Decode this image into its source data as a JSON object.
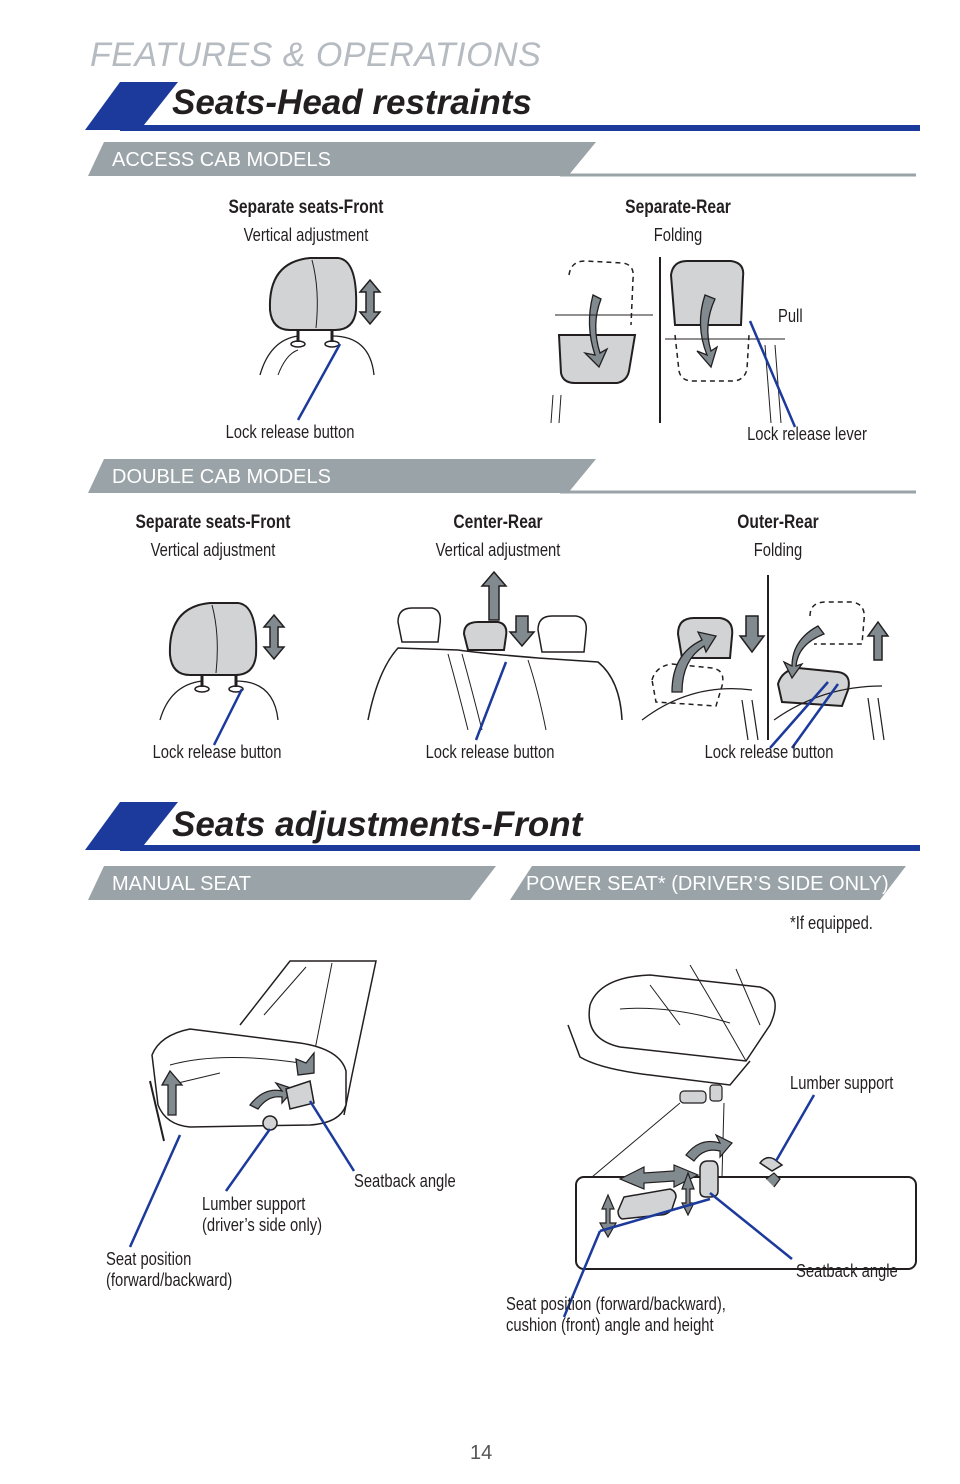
{
  "page": {
    "section_label": "FEATURES & OPERATIONS",
    "page_number": "14"
  },
  "head_restraints": {
    "heading": "Seats-Head restraints",
    "access_cab": {
      "banner": "ACCESS CAB MODELS",
      "front": {
        "title": "Separate seats-Front",
        "subtitle": "Vertical adjustment",
        "callout": "Lock release button"
      },
      "rear": {
        "title": "Separate-Rear",
        "subtitle": "Folding",
        "callout_pull": "Pull",
        "callout_lever": "Lock release lever"
      }
    },
    "double_cab": {
      "banner": "DOUBLE CAB MODELS",
      "front": {
        "title": "Separate seats-Front",
        "subtitle": "Vertical adjustment",
        "callout": "Lock release button"
      },
      "center_rear": {
        "title": "Center-Rear",
        "subtitle": "Vertical adjustment",
        "callout": "Lock release button"
      },
      "outer_rear": {
        "title": "Outer-Rear",
        "subtitle": "Folding",
        "callout": "Lock release button"
      }
    }
  },
  "seat_adjustments": {
    "heading": "Seats adjustments-Front",
    "manual": {
      "banner": "MANUAL SEAT",
      "callout_seatback": "Seatback angle",
      "callout_lumbar_line1": "Lumber support",
      "callout_lumbar_line2": "(driver’s side only)",
      "callout_position_line1": "Seat position",
      "callout_position_line2": "(forward/backward)"
    },
    "power": {
      "banner": "POWER SEAT* (DRIVER’S SIDE ONLY)",
      "footnote": "*If equipped.",
      "callout_lumbar": "Lumber support",
      "callout_seatback": "Seatback angle",
      "callout_position_line1": "Seat position (forward/backward),",
      "callout_position_line2": "cushion (front) angle and height"
    }
  },
  "colors": {
    "accent_blue": "#1b3a9c",
    "banner_gray": "#9aa3a8",
    "seat_fill": "#d1d3d4",
    "arrow_fill": "#808a8f"
  }
}
